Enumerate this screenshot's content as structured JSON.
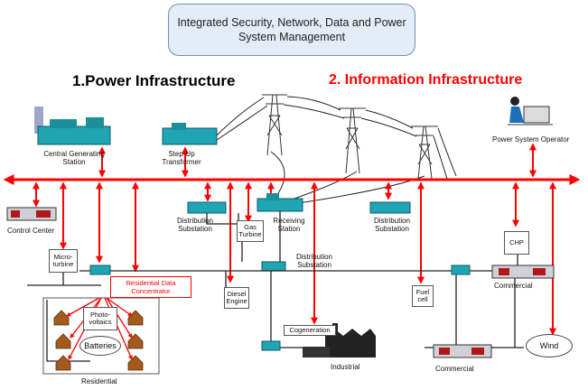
{
  "title": "Integrated Security, Network, Data and Power System Management",
  "headings": {
    "power": "1.Power Infrastructure",
    "information": "2. Information Infrastructure"
  },
  "labels": {
    "central_station": "Central Generating Station",
    "step_up": "Step-Up Transformer",
    "operator": "Power System Operator",
    "control_center": "Control Center",
    "dist_sub_left": "Distribution Substation",
    "gas_turbine": "Gas Turbine",
    "receiving": "Receiving Station",
    "dist_sub_right": "Distribution Substation",
    "dist_sub_mid": "Distribution Substation",
    "chp": "CHP",
    "commercial_right": "Commercial",
    "microturbine": "Micro-turbine",
    "residential_concentrator": "Residential Data Concentrator",
    "diesel": "Diesel Engine",
    "fuel_cell": "Fuel cell",
    "photovoltaics": "Photo-voltaics",
    "batteries": "Batteries",
    "cogeneration": "Cogeneration",
    "industrial": "Industrial",
    "commercial_bottom": "Commercial",
    "wind": "Wind",
    "residential": "Residential"
  },
  "colors": {
    "info_network": "#ff0000",
    "power_line": "#000000",
    "equipment": "#20a5b5"
  }
}
